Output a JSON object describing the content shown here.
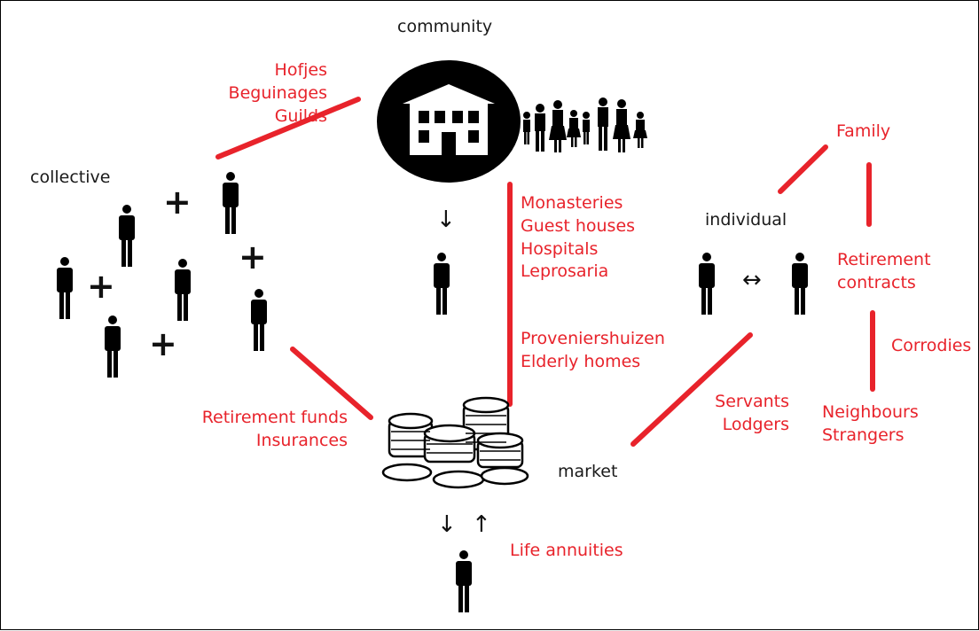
{
  "nodes": {
    "community": "community",
    "collective": "collective",
    "individual": "individual",
    "market": "market"
  },
  "community_links": {
    "collective": [
      "Hofjes",
      "Beguinages",
      "Guilds"
    ],
    "institutions_1": [
      "Monasteries",
      "Guest houses",
      "Hospitals",
      "Leprosaria"
    ],
    "institutions_2": [
      "Proveniershuizen",
      "Elderly homes"
    ]
  },
  "individual_links": {
    "family": "Family",
    "contracts": [
      "Retirement",
      "contracts"
    ],
    "corrodies": "Corrodies",
    "others": [
      "Neighbours",
      "Strangers"
    ],
    "market": [
      "Servants",
      "Lodgers"
    ]
  },
  "collective_market": [
    "Retirement funds",
    "Insurances"
  ],
  "market_individual": "Life annuities",
  "symbols": {
    "plus": "+",
    "down": "↓",
    "up": "↑",
    "both": "↔"
  },
  "colors": {
    "link_red": "#e8232b",
    "text_dark": "#1a1a1a"
  },
  "icons": [
    "house-icon",
    "family-icon",
    "person-icon",
    "coins-icon"
  ]
}
